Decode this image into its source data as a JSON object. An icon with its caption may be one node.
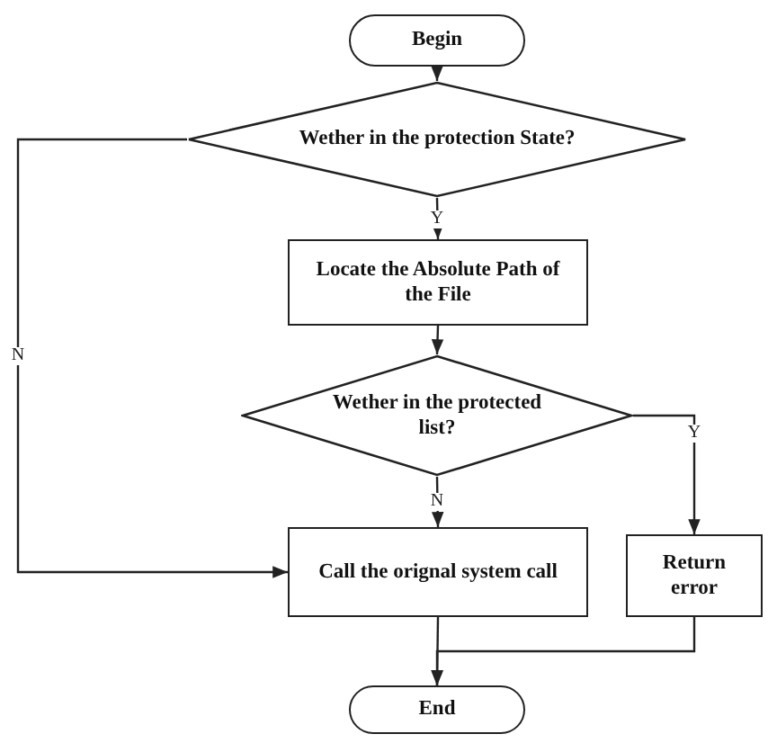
{
  "diagram": {
    "nodes": [
      {
        "text": [
          "Begin"
        ]
      },
      {
        "text": [
          "Wether in the protection State?"
        ]
      },
      {
        "text": [
          "Locate the Absolute Path of the File"
        ]
      },
      {
        "text": [
          "Wether in the protected list?"
        ]
      },
      {
        "text": [
          "Call the orignal system call"
        ]
      },
      {
        "text": [
          "Return error"
        ]
      },
      {
        "text": [
          "End"
        ]
      }
    ],
    "edges": [
      {
        "from": 0,
        "to": 1,
        "arrow": "to"
      },
      {
        "from": 1,
        "to": 2,
        "arrow": "to",
        "label": "Y"
      },
      {
        "from": 2,
        "to": 3,
        "arrow": "to"
      },
      {
        "from": 3,
        "to": 4,
        "arrow": "to",
        "label": "N"
      },
      {
        "from": 1,
        "to": 4,
        "arrow": "to",
        "label": "N"
      },
      {
        "from": 3,
        "to": 5,
        "arrow": "to",
        "label": "Y"
      },
      {
        "from": 4,
        "to": 6,
        "arrow": "to"
      },
      {
        "from": 5,
        "to": 6,
        "arrow": "to"
      }
    ]
  }
}
